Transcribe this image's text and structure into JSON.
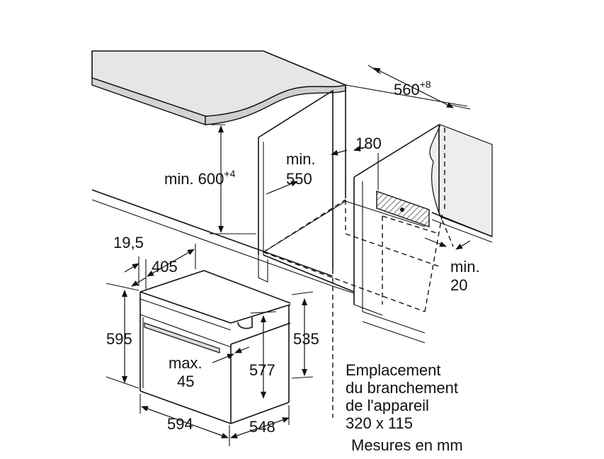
{
  "dimensions": {
    "d560": {
      "value": "560",
      "sup": "+8"
    },
    "d180": "180",
    "min550": {
      "line1": "min.",
      "line2": "550"
    },
    "min600": {
      "prefix": "min. 600",
      "sup": "+4"
    },
    "d19_5": "19,5",
    "d405": "405",
    "d595": "595",
    "d535": "535",
    "d577": "577",
    "max45": {
      "line1": "max.",
      "line2": "45"
    },
    "d594": "594",
    "d548": "548",
    "min20": {
      "line1": "min.",
      "line2": "20"
    }
  },
  "connection_note": {
    "line1": "Emplacement",
    "line2": "du branchement",
    "line3": "de l'appareil",
    "line4": "320 x 115"
  },
  "units_note": "Mesures en mm",
  "colors": {
    "countertop": "#e6e6e6",
    "wall": "#ededed",
    "stroke": "#111111",
    "hatch": "#333333"
  }
}
